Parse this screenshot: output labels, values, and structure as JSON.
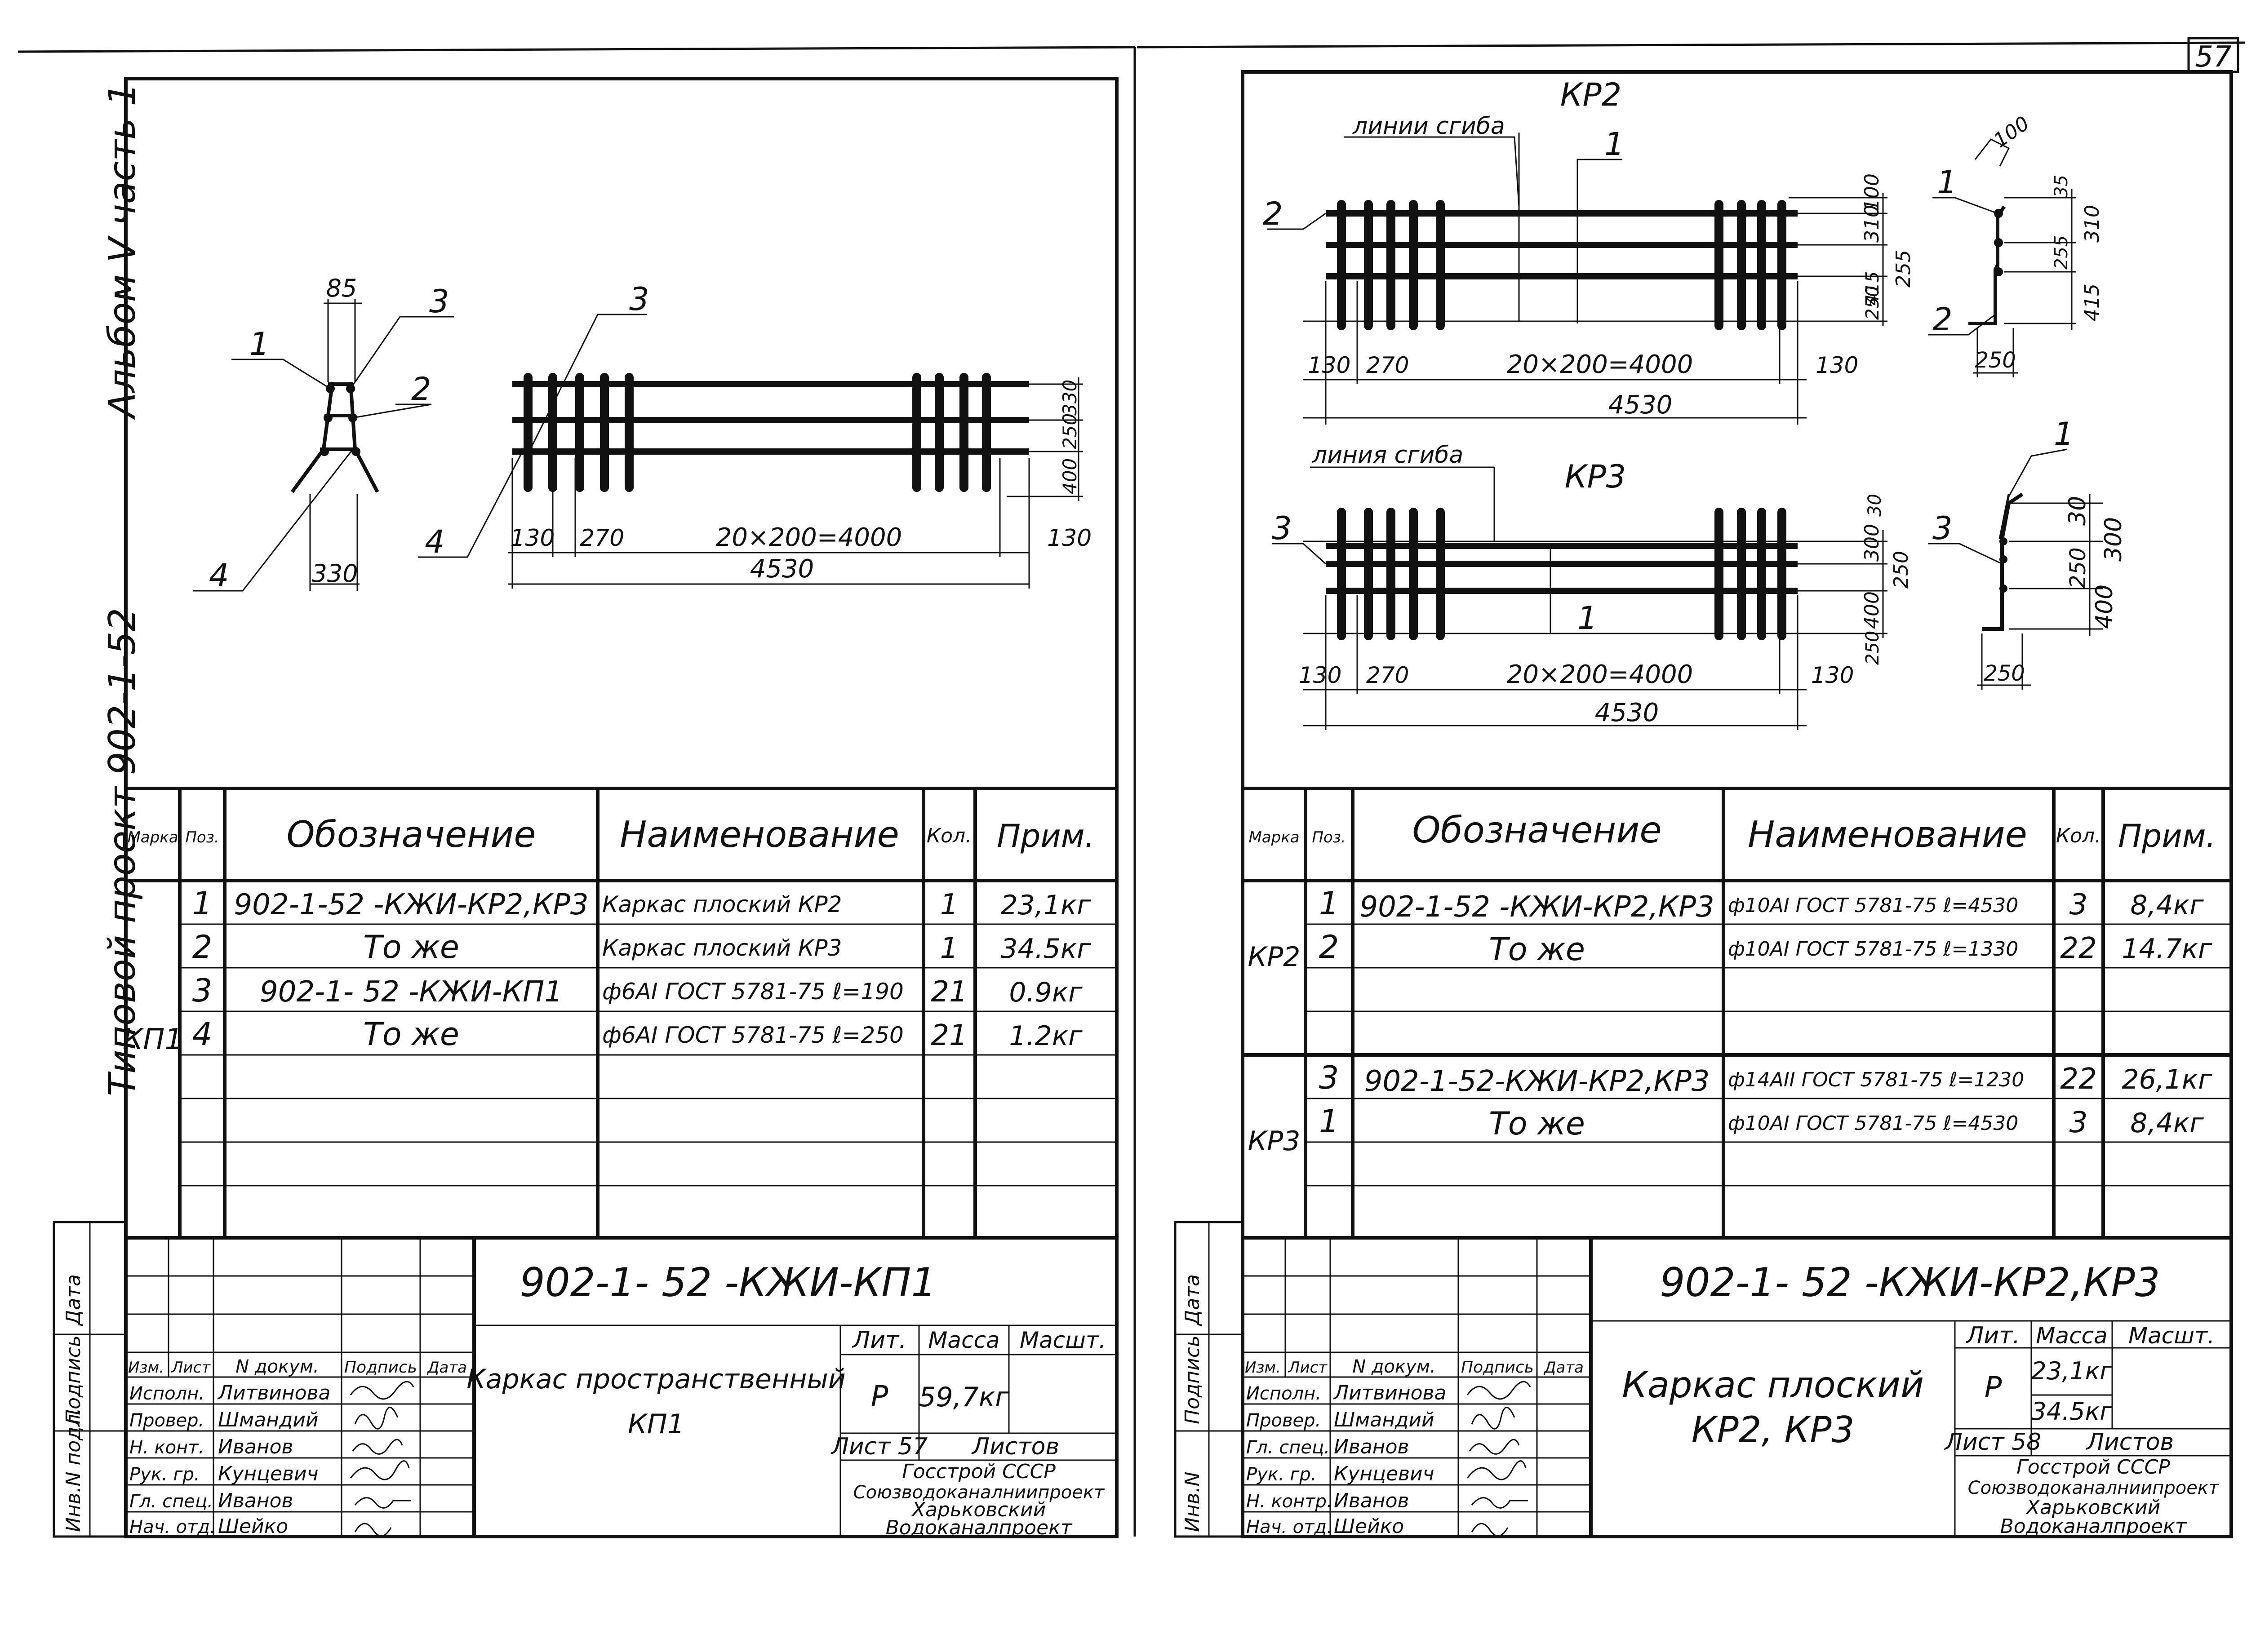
{
  "sheet_number": "57",
  "left_sheet": {
    "side_title": "Альбом V часть 1",
    "side_project": "Типовой проект 902-1-52",
    "drawing": {
      "section": {
        "dims": [
          "85",
          "330"
        ],
        "callouts": [
          "1",
          "2",
          "3",
          "4"
        ]
      },
      "elevation": {
        "dims": [
          "130",
          "270",
          "20×200=4000",
          "130",
          "4530",
          "330",
          "250",
          "400"
        ],
        "callouts": [
          "3",
          "4"
        ]
      }
    },
    "spec_table": {
      "headers": [
        "Марка",
        "Поз.",
        "Обозначение",
        "Наименование",
        "Кол.",
        "Прим."
      ],
      "mark": "КП1",
      "rows": [
        {
          "pos": "1",
          "designation": "902-1-52 -КЖИ-КР2,КР3",
          "name": "Каркас плоский КР2",
          "qty": "1",
          "note": "23,1кг"
        },
        {
          "pos": "2",
          "designation": "То же",
          "name": "Каркас плоский КР3",
          "qty": "1",
          "note": "34.5кг"
        },
        {
          "pos": "3",
          "designation": "902-1- 52 -КЖИ-КП1",
          "name": "ф6АI ГОСТ 5781-75 ℓ=190",
          "qty": "21",
          "note": "0.9кг"
        },
        {
          "pos": "4",
          "designation": "То же",
          "name": "ф6АI ГОСТ 5781-75 ℓ=250",
          "qty": "21",
          "note": "1.2кг"
        }
      ]
    },
    "title_block": {
      "code": "902-1- 52 -КЖИ-КП1",
      "title_line1": "Каркас пространственный",
      "title_line2": "КП1",
      "col_headers": [
        "Изм.",
        "Лист",
        "N докум.",
        "Подпись",
        "Дата"
      ],
      "roles": [
        {
          "role": "Исполн.",
          "name": "Литвинова"
        },
        {
          "role": "Провер.",
          "name": "Шмандий"
        },
        {
          "role": "Н. конт.",
          "name": "Иванов"
        },
        {
          "role": "Рук. гр.",
          "name": "Кунцевич"
        },
        {
          "role": "Гл. спец.",
          "name": "Иванов"
        },
        {
          "role": "Нач. отд.",
          "name": "Шейко"
        }
      ],
      "lit_label": "Лит.",
      "mass_label": "Масса",
      "scale_label": "Масшт.",
      "lit_value": "Р",
      "mass_value": "59,7кг",
      "sheet_label": "Лист 57",
      "sheets_label": "Листов",
      "org": [
        "Госстрой СССР",
        "Союзводоканалниипроект",
        "Харьковский",
        "Водоканалпроект"
      ]
    },
    "side_stamp": [
      "Инв.N подл.",
      "Подпись",
      "Дата"
    ]
  },
  "right_sheet": {
    "drawing_kr2": {
      "title": "КР2",
      "label": "линии сгиба",
      "dims": [
        "130",
        "270",
        "20×200=4000",
        "130",
        "4530",
        "100",
        "310",
        "255",
        "250",
        "415",
        "100",
        "35",
        "310",
        "255",
        "415",
        "250"
      ],
      "callouts": [
        "1",
        "2",
        "1",
        "2"
      ]
    },
    "drawing_kr3": {
      "title": "КР3",
      "label": "линия сгиба",
      "dims": [
        "130",
        "270",
        "20×200=4000",
        "130",
        "4530",
        "30",
        "300",
        "250",
        "250",
        "400",
        "30",
        "300",
        "250",
        "400",
        "250"
      ],
      "callouts": [
        "3",
        "1",
        "1",
        "3"
      ]
    },
    "spec_table": {
      "headers": [
        "Марка",
        "Поз.",
        "Обозначение",
        "Наименование",
        "Кол.",
        "Прим."
      ],
      "groups": [
        {
          "mark": "КР2",
          "rows": [
            {
              "pos": "1",
              "designation": "902-1-52 -КЖИ-КР2,КР3",
              "name": "ф10АI ГОСТ 5781-75 ℓ=4530",
              "qty": "3",
              "note": "8,4кг"
            },
            {
              "pos": "2",
              "designation": "То же",
              "name": "ф10АI ГОСТ 5781-75 ℓ=1330",
              "qty": "22",
              "note": "14.7кг"
            }
          ]
        },
        {
          "mark": "КР3",
          "rows": [
            {
              "pos": "3",
              "designation": "902-1-52-КЖИ-КР2,КР3",
              "name": "ф14АII ГОСТ 5781-75 ℓ=1230",
              "qty": "22",
              "note": "26,1кг"
            },
            {
              "pos": "1",
              "designation": "То же",
              "name": "ф10АI ГОСТ 5781-75 ℓ=4530",
              "qty": "3",
              "note": "8,4кг"
            }
          ]
        }
      ]
    },
    "title_block": {
      "code": "902-1- 52 -КЖИ-КР2,КР3",
      "title_line1": "Каркас плоский",
      "title_line2": "КР2, КР3",
      "col_headers": [
        "Изм.",
        "Лист",
        "N докум.",
        "Подпись",
        "Дата"
      ],
      "roles": [
        {
          "role": "Исполн.",
          "name": "Литвинова"
        },
        {
          "role": "Провер.",
          "name": "Шмандий"
        },
        {
          "role": "Гл. спец.",
          "name": "Иванов"
        },
        {
          "role": "Рук. гр.",
          "name": "Кунцевич"
        },
        {
          "role": "Н. контр.",
          "name": "Иванов"
        },
        {
          "role": "Нач. отд.",
          "name": "Шейко"
        }
      ],
      "lit_label": "Лит.",
      "mass_label": "Масса",
      "scale_label": "Масшт.",
      "lit_value": "Р",
      "mass_values": [
        "23,1кг",
        "34.5кг"
      ],
      "sheet_label": "Лист 58",
      "sheets_label": "Листов",
      "org": [
        "Госстрой СССР",
        "Союзводоканалниипроект",
        "Харьковский",
        "Водоканалпроект"
      ]
    },
    "side_stamp": [
      "Инв.N",
      "Подпись",
      "Дата"
    ]
  }
}
